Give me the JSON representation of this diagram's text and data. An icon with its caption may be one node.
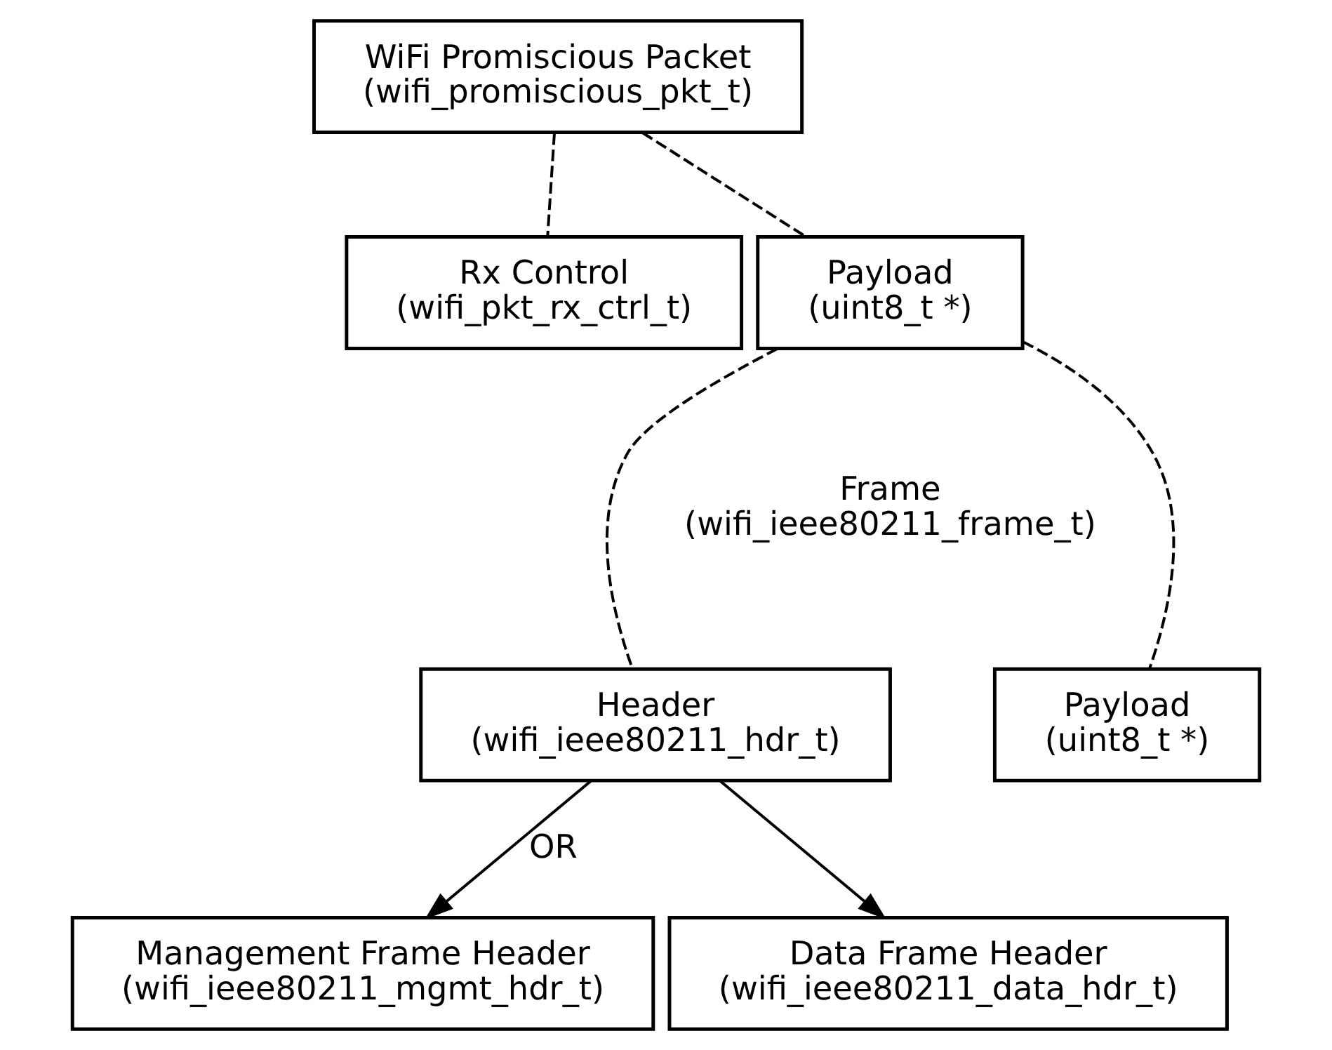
{
  "diagram": {
    "nodes": [
      {
        "text": [
          "WiFi Promiscious Packet (wifi_promiscious_pkt_t)"
        ]
      },
      {
        "text": [
          "Rx Control (wifi_pkt_rx_ctrl_t)"
        ]
      },
      {
        "text": [
          "Payload (uint8_t *)"
        ]
      },
      {
        "text": [
          "Header (wifi_ieee80211_hdr_t)"
        ]
      },
      {
        "text": [
          "Payload (uint8_t *)"
        ]
      },
      {
        "text": [
          "Management Frame Header (wifi_ieee80211_mgmt_hdr_t)"
        ]
      },
      {
        "text": [
          "Data Frame Header (wifi_ieee80211_data_hdr_t)"
        ]
      }
    ],
    "edges": [
      {
        "from": 0,
        "to": 1,
        "arrow": "none",
        "style": "dashed"
      },
      {
        "from": 0,
        "to": 2,
        "arrow": "none",
        "style": "dashed"
      },
      {
        "from": 2,
        "to": 3,
        "arrow": "none",
        "style": "dashed"
      },
      {
        "from": 2,
        "to": 4,
        "arrow": "none",
        "style": "dashed"
      },
      {
        "from": 3,
        "to": 5,
        "arrow": "to",
        "label": "OR"
      },
      {
        "from": 3,
        "to": 6,
        "arrow": "to"
      }
    ],
    "labels": [
      "Frame (wifi_ieee80211_frame_t)"
    ]
  }
}
